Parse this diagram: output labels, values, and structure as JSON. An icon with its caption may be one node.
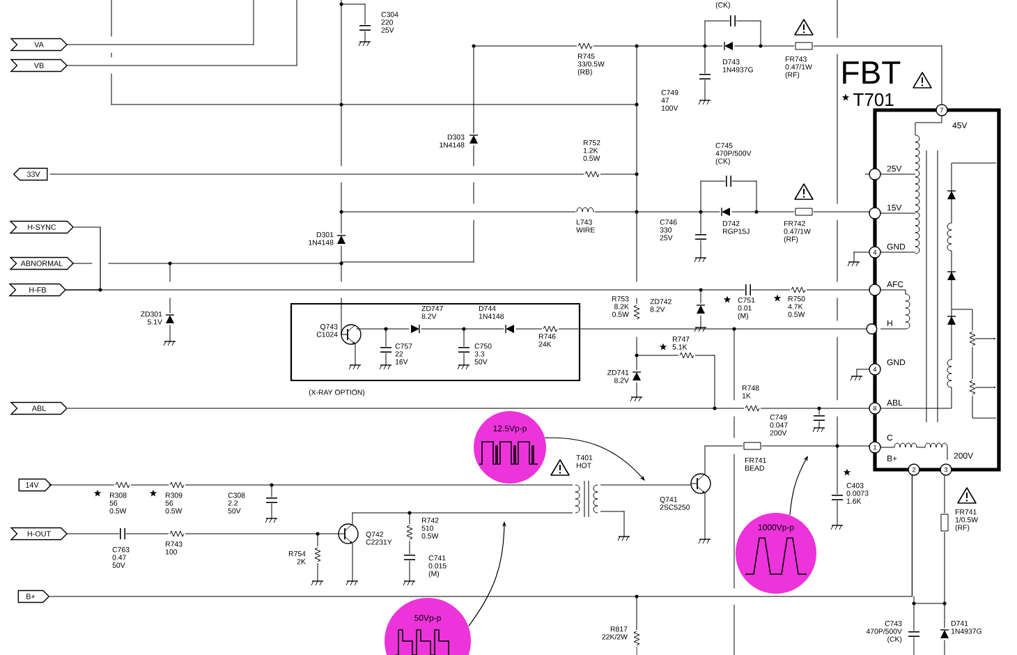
{
  "diagram": {
    "nodes": [
      {
        "text": [
          "VA"
        ]
      },
      {
        "text": [
          "VB"
        ]
      },
      {
        "text": [
          "33V"
        ]
      },
      {
        "text": [
          "H-SYNC"
        ]
      },
      {
        "text": [
          "ABNORMAL"
        ]
      },
      {
        "text": [
          "H-FB"
        ]
      },
      {
        "text": [
          "ABL"
        ]
      },
      {
        "text": [
          "14V"
        ]
      },
      {
        "text": [
          "H-OUT"
        ]
      },
      {
        "text": [
          "B+"
        ]
      },
      {
        "text": [
          "(X-RAY OPTION)"
        ]
      },
      {
        "text": [
          "FBT",
          "T701"
        ]
      },
      {
        "text": [
          "12.5Vp-p"
        ]
      },
      {
        "text": [
          "1000Vp-p"
        ]
      },
      {
        "text": [
          "50Vp-p"
        ]
      }
    ],
    "edges": [
      {
        "from": 12,
        "to": null,
        "arrow": "to"
      },
      {
        "from": 13,
        "to": null,
        "arrow": "to"
      },
      {
        "from": 14,
        "to": null,
        "arrow": "to"
      },
      {
        "from": 3,
        "to": 5,
        "arrow": "none"
      },
      {
        "from": 6,
        "to": 11,
        "arrow": "none"
      },
      {
        "from": 9,
        "to": 11,
        "arrow": "none"
      },
      {
        "from": 10,
        "to": 11,
        "arrow": "other"
      }
    ],
    "labels": [
      "(CK)",
      "C304 220 25V",
      "R745 33/0.5W (RB)",
      "D743 1N4937G",
      "FR743 0.47/1W (RF)",
      "7",
      "45V",
      "C749 47 100V",
      "D303 1N4148",
      "R752 1.2K 0.5W",
      "C745 470P/500V (CK)",
      "25V",
      "L743 WIRE",
      "C746 330 25V",
      "D742 RGP15J",
      "FR742 0.47/1W (RF)",
      "15V",
      "D301 1N4148",
      "4",
      "GND",
      "AFC",
      "ZD301 5.1V",
      "ZD747 8.2V",
      "D744 1N4148",
      "R753 8.2K 0.5W",
      "ZD742 8.2V",
      "C751 0.01 (M)",
      "R750 4.7K 0.5W",
      "Q743 C1024",
      "H",
      "R746 24K",
      "R747 5.1K",
      "C757 22 16V",
      "C750 3.3 50V",
      "4",
      "GND",
      "ZD741 8.2V",
      "R748 1K",
      "8",
      "ABL",
      "C749 0.047 200V",
      "1",
      "C",
      "B+",
      "2",
      "3",
      "200V",
      "T401 HOT",
      "FR741 BEAD",
      "R308 56 0.5W",
      "R309 56 0.5W",
      "C308 2.2 50V",
      "Q741 2SC5250",
      "C403 0.0073 1.6K",
      "FR741 1/0.5W (RF)",
      "C763 0.47 50V",
      "R743 100",
      "Q742 C2231Y",
      "R742 510 0.5W",
      "R754 2K",
      "C741 0.015 (M)",
      "R817 22K/2W",
      "C743 470P/500V (CK)",
      "D741 1N4937G"
    ]
  }
}
